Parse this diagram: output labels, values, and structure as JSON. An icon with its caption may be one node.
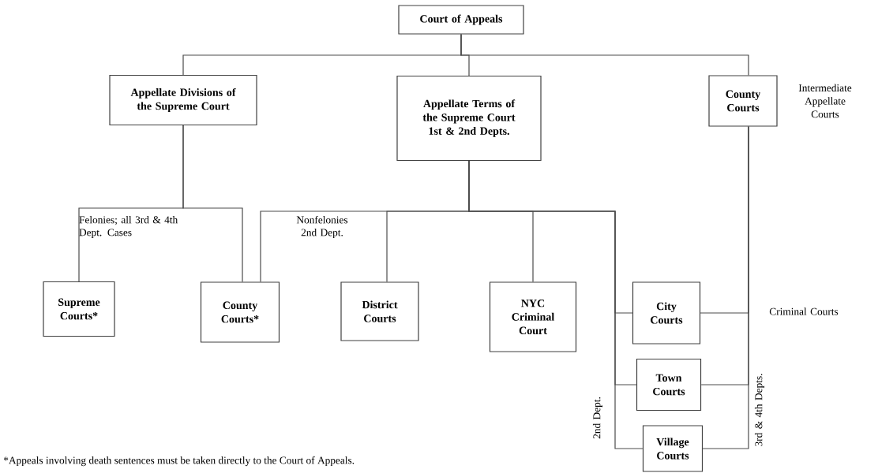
{
  "diagram": {
    "nodes": [
      {
        "text": [
          "Court of Appeals"
        ]
      },
      {
        "text": [
          "Appellate Divisions of the Supreme Court"
        ]
      },
      {
        "text": [
          "Appellate Terms of the Supreme Court 1st & 2nd Depts."
        ]
      },
      {
        "text": [
          "County Courts"
        ]
      },
      {
        "text": [
          "Supreme Courts*"
        ]
      },
      {
        "text": [
          "County Courts*"
        ]
      },
      {
        "text": [
          "District Courts"
        ]
      },
      {
        "text": [
          "NYC Criminal Court"
        ]
      },
      {
        "text": [
          "City Courts"
        ]
      },
      {
        "text": [
          "Town Courts"
        ]
      },
      {
        "text": [
          "Village Courts"
        ]
      }
    ],
    "edges": [
      {
        "from": 0,
        "to": 1,
        "arrow": "none"
      },
      {
        "from": 0,
        "to": 2,
        "arrow": "none"
      },
      {
        "from": 0,
        "to": 3,
        "arrow": "none"
      },
      {
        "from": 1,
        "to": 4,
        "arrow": "none",
        "label": "Felonies; all 3rd & 4th Dept. Cases"
      },
      {
        "from": 1,
        "to": 5,
        "arrow": "none"
      },
      {
        "from": 2,
        "to": 5,
        "arrow": "none",
        "label": "Nonfelonies 2nd Dept."
      },
      {
        "from": 2,
        "to": 6,
        "arrow": "none"
      },
      {
        "from": 2,
        "to": 7,
        "arrow": "none"
      },
      {
        "from": 2,
        "to": 8,
        "arrow": "none"
      },
      {
        "from": 2,
        "to": 9,
        "arrow": "none",
        "label": "2nd Dept."
      },
      {
        "from": 2,
        "to": 10,
        "arrow": "none"
      },
      {
        "from": 3,
        "to": 8,
        "arrow": "none"
      },
      {
        "from": 3,
        "to": 9,
        "arrow": "none",
        "label": "3rd & 4th Depts."
      },
      {
        "from": 3,
        "to": 10,
        "arrow": "none"
      }
    ],
    "labels": [
      "Intermediate Appellate Courts",
      "Criminal Courts",
      "*Appeals involving death sentences must be taken directly to the Court of Appeals."
    ]
  }
}
